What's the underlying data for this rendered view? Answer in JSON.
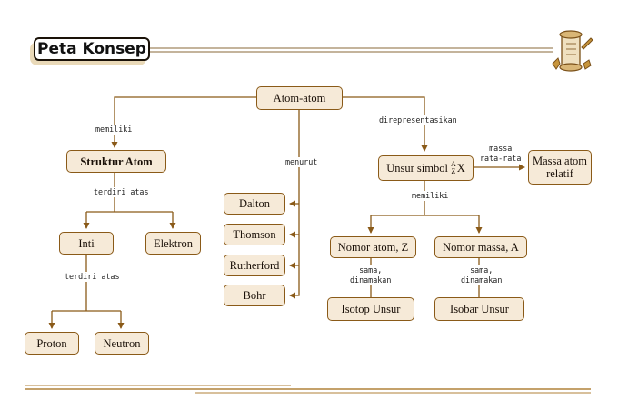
{
  "title": "Peta Konsep",
  "colors": {
    "line": "#8a5a18",
    "node_fill": "#f6ead8",
    "node_border": "#8a5a18"
  },
  "nodes": {
    "atom": "Atom-atom",
    "struktur": "Struktur Atom",
    "inti": "Inti",
    "elektron": "Elektron",
    "proton": "Proton",
    "neutron": "Neutron",
    "dalton": "Dalton",
    "thomson": "Thomson",
    "rutherford": "Rutherford",
    "bohr": "Bohr",
    "unsur_prefix": "Unsur simbol",
    "unsur_a": "A",
    "unsur_z": "Z",
    "unsur_x": "X",
    "massa_line1": "Massa atom",
    "massa_line2": "relatif",
    "nomor_atom": "Nomor atom, Z",
    "nomor_massa": "Nomor massa, A",
    "isotop": "Isotop Unsur",
    "isobar": "Isobar Unsur"
  },
  "labels": {
    "memiliki_left": "memiliki",
    "terdiri_atas_1": "terdiri atas",
    "terdiri_atas_2": "terdiri atas",
    "menurut": "menurut",
    "direpresentasikan": "direpresentasikan",
    "massa_rata_line1": "massa",
    "massa_rata_line2": "rata-rata",
    "memiliki_right": "memiliki",
    "sama_dinamakan_1_line1": "sama,",
    "sama_dinamakan_1_line2": "dinamakan",
    "sama_dinamakan_2_line1": "sama,",
    "sama_dinamakan_2_line2": "dinamakan"
  },
  "decorations": {
    "corner_icon": "writing-scroll-icon"
  }
}
